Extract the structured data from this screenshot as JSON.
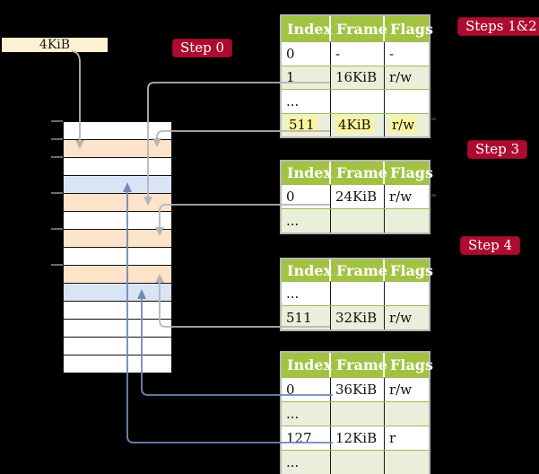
{
  "size_label": {
    "text": "4KiB"
  },
  "badges": [
    {
      "id": "step0",
      "label": "Step 0"
    },
    {
      "id": "steps12",
      "label": "Steps 1&2"
    },
    {
      "id": "step3",
      "label": "Step 3"
    },
    {
      "id": "step4",
      "label": "Step 4"
    }
  ],
  "tables": [
    {
      "name": "table-1",
      "headers": [
        "Index",
        "Frame",
        "Flags"
      ],
      "rows": [
        {
          "cells": [
            "0",
            "-",
            "-"
          ],
          "tint": false,
          "highlight": false
        },
        {
          "cells": [
            "1",
            "16KiB",
            "r/w"
          ],
          "tint": true,
          "highlight": false
        },
        {
          "cells": [
            "...",
            "",
            ""
          ],
          "tint": false,
          "highlight": false
        },
        {
          "cells": [
            "511",
            "4KiB",
            "r/w"
          ],
          "tint": true,
          "highlight": true
        }
      ]
    },
    {
      "name": "table-2",
      "headers": [
        "Index",
        "Frame",
        "Flags"
      ],
      "rows": [
        {
          "cells": [
            "0",
            "24KiB",
            "r/w"
          ],
          "tint": false,
          "highlight": false
        },
        {
          "cells": [
            "...",
            "",
            ""
          ],
          "tint": true,
          "highlight": false
        }
      ]
    },
    {
      "name": "table-3",
      "headers": [
        "Index",
        "Frame",
        "Flags"
      ],
      "rows": [
        {
          "cells": [
            "...",
            "",
            ""
          ],
          "tint": false,
          "highlight": false
        },
        {
          "cells": [
            "511",
            "32KiB",
            "r/w"
          ],
          "tint": true,
          "highlight": false
        }
      ]
    },
    {
      "name": "table-4",
      "headers": [
        "Index",
        "Frame",
        "Flags"
      ],
      "rows": [
        {
          "cells": [
            "0",
            "36KiB",
            "r/w"
          ],
          "tint": false,
          "highlight": false
        },
        {
          "cells": [
            "...",
            "",
            ""
          ],
          "tint": true,
          "highlight": false
        },
        {
          "cells": [
            "127",
            "12KiB",
            "r"
          ],
          "tint": false,
          "highlight": false
        },
        {
          "cells": [
            "...",
            "",
            ""
          ],
          "tint": true,
          "highlight": false
        }
      ]
    }
  ],
  "memory": {
    "rows": [
      "white",
      "peach",
      "white",
      "blue",
      "peach",
      "white",
      "peach",
      "white",
      "peach",
      "blue",
      "white",
      "white",
      "white",
      "white"
    ]
  },
  "colors": {
    "badge_crimson": "#ad0c30",
    "table_header_green": "#a2c342",
    "table_row_tint": "#e9efda",
    "highlight_yellow": "#fbf49d",
    "memory_peach": "#fce3ca",
    "memory_blue": "#d9e4f5",
    "size_box_cream": "#fcf1d1",
    "connector_gray": "#b5b5b5",
    "connector_blue": "#7089b5"
  }
}
